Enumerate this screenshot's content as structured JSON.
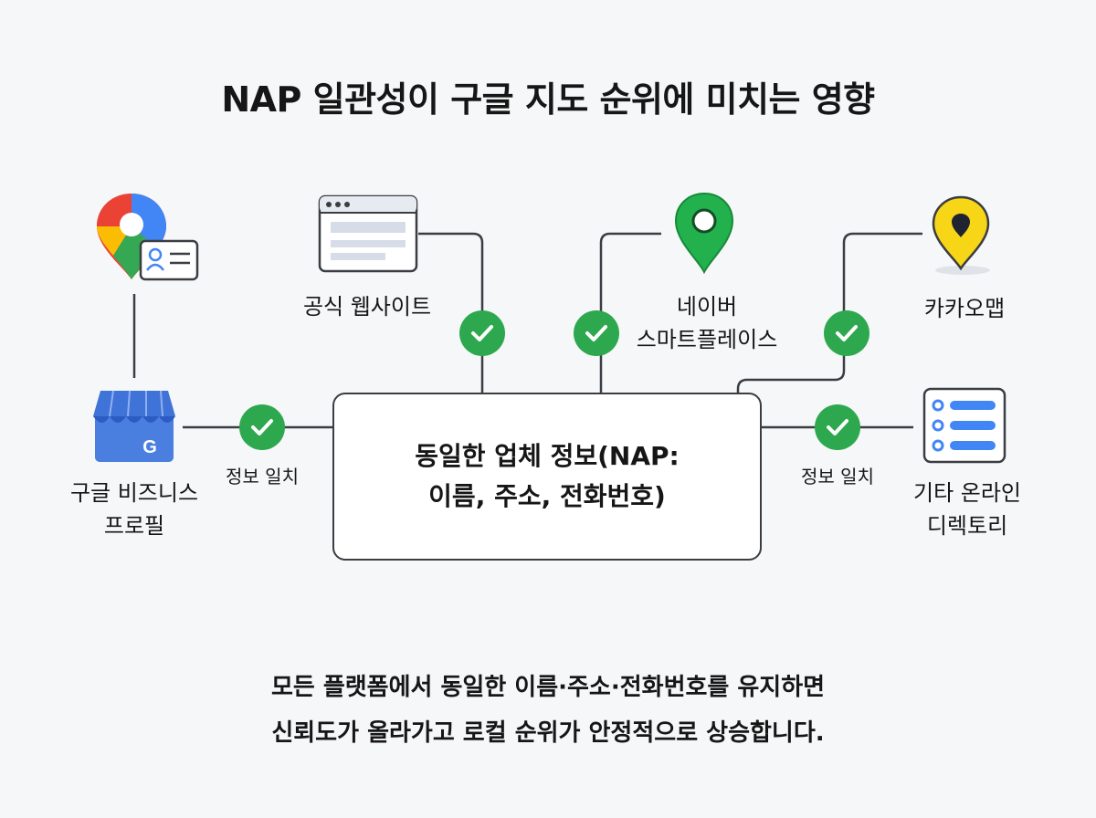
{
  "title": "NAP 일관성이 구글 지도 순위에 미치는 영향",
  "center": {
    "line1": "동일한 업체 정보(NAP:",
    "line2": "이름, 주소, 전화번호)"
  },
  "nodes": {
    "gbp": {
      "line1": "구글 비즈니스",
      "line2": "프로필",
      "icon": "storefront-icon"
    },
    "website": {
      "label": "공식 웹사이트",
      "icon": "browser-window-icon"
    },
    "naver": {
      "line1": "네이버",
      "line2": "스마트플레이스",
      "icon": "map-pin-icon"
    },
    "kakao": {
      "label": "카카오맵",
      "icon": "map-pin-icon"
    },
    "directory": {
      "line1": "기타 온라인",
      "line2": "디렉토리",
      "icon": "list-icon"
    }
  },
  "match_left": "정보 일치",
  "match_right": "정보 일치",
  "footer": {
    "line1": "모든 플랫폼에서 동일한 이름·주소·전화번호를 유지하면",
    "line2": "신뢰도가 올라가고 로컬 순위가 안정적으로 상승합니다."
  },
  "colors": {
    "check": "#2ea84f",
    "google_blue": "#4285f4",
    "naver_green": "#22b14c",
    "kakao_yellow": "#f7d618",
    "line": "#3a3d42"
  }
}
